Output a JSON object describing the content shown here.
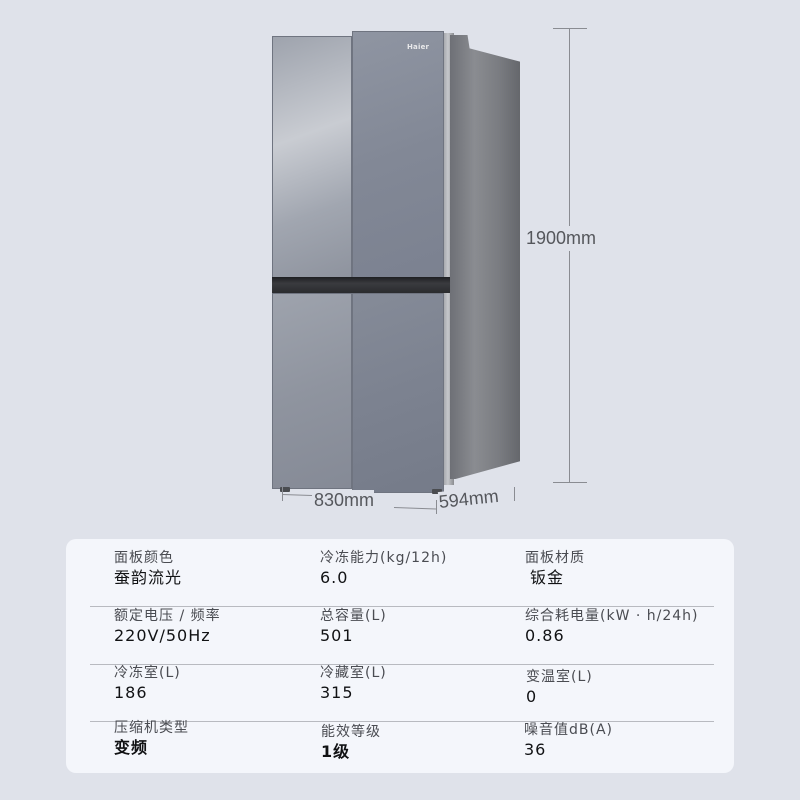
{
  "product": {
    "brand_logo": "Haier",
    "dimensions": {
      "height": "1900mm",
      "width": "830mm",
      "depth": "594mm"
    }
  },
  "specs": {
    "rows": [
      [
        {
          "label": "面板颜色",
          "value": "蚕韵流光"
        },
        {
          "label": "冷冻能力(kg/12h)",
          "value": "6.0"
        },
        {
          "label": "面板材质",
          "value": "钣金"
        }
      ],
      [
        {
          "label": "额定电压 / 频率",
          "value": "220V/50Hz"
        },
        {
          "label": "总容量(L)",
          "value": "501"
        },
        {
          "label": "综合耗电量(kW · h/24h)",
          "value": "0.86"
        }
      ],
      [
        {
          "label": "冷冻室(L)",
          "value": "186"
        },
        {
          "label": "冷藏室(L)",
          "value": "315"
        },
        {
          "label": "变温室(L)",
          "value": "0"
        }
      ],
      [
        {
          "label": "压缩机类型",
          "value": "变频"
        },
        {
          "label": "能效等级",
          "value": "1级"
        },
        {
          "label": "噪音值dB(A)",
          "value": "36"
        }
      ]
    ]
  },
  "colors": {
    "background": "#dfe2ea",
    "card": "#f4f6fb",
    "divider": "#b8bac0",
    "dimension_line": "#8a8c92"
  }
}
